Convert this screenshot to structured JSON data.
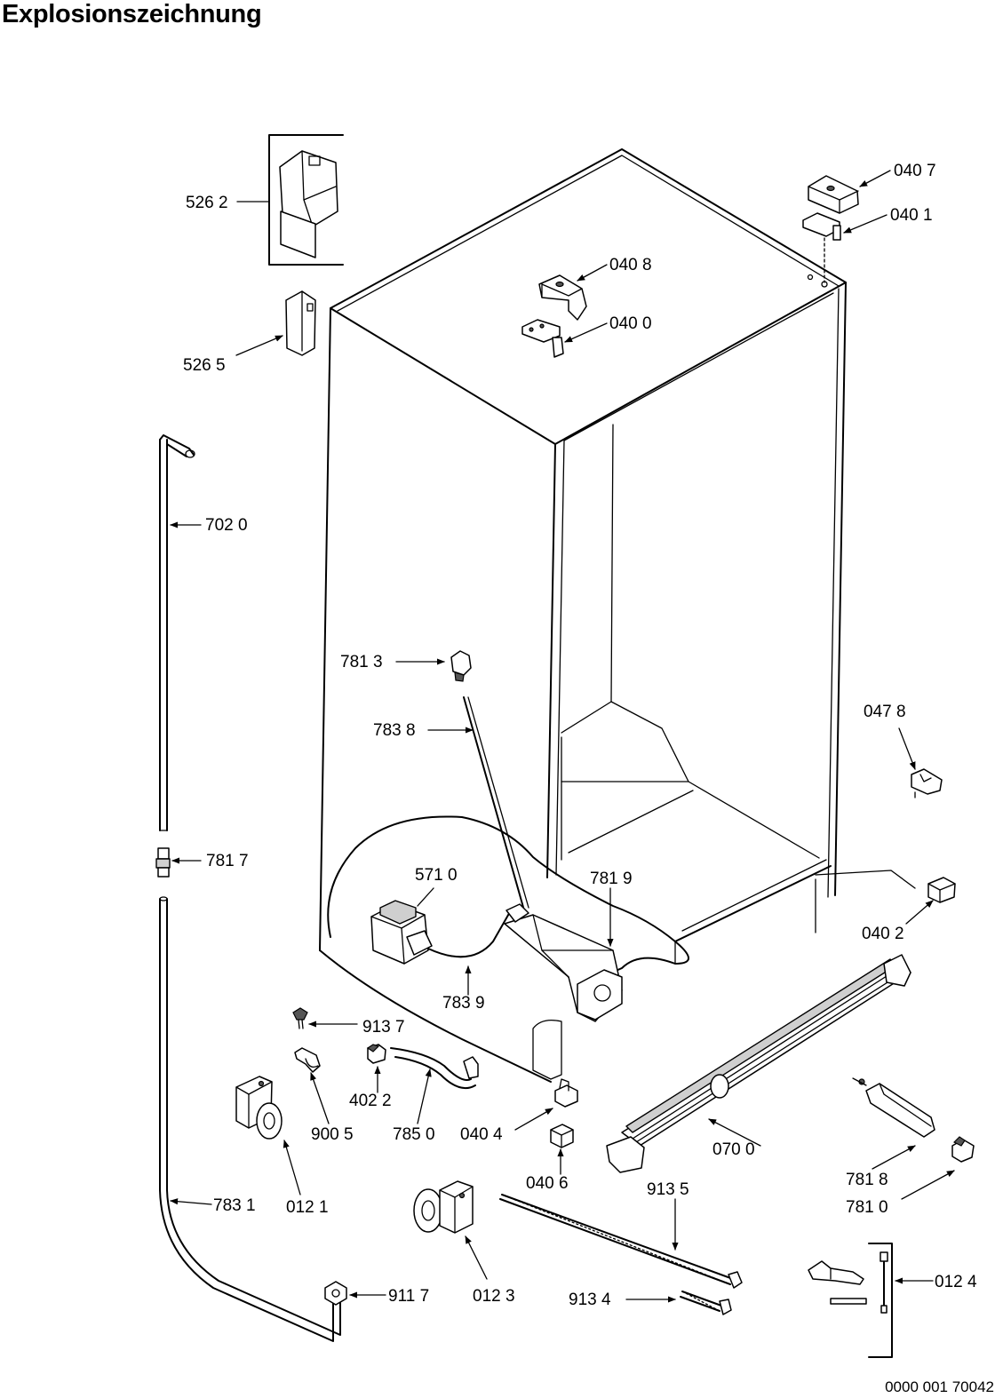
{
  "title": "Explosionszeichnung",
  "document_number": "0000 001 70042",
  "part_labels": {
    "p5262": "526 2",
    "p5265": "526 5",
    "p0407": "040 7",
    "p0401": "040 1",
    "p0408": "040 8",
    "p0400": "040 0",
    "p7020": "702 0",
    "p7813": "781 3",
    "p7838": "783 8",
    "p0478": "047 8",
    "p7817": "781 7",
    "p5710": "571 0",
    "p7819": "781 9",
    "p0402": "040 2",
    "p7839": "783 9",
    "p9137": "913 7",
    "p4022": "402 2",
    "p9005": "900 5",
    "p7850": "785 0",
    "p0404": "040 4",
    "p0700": "070 0",
    "p0406": "040 6",
    "p7818": "781 8",
    "p7810": "781 0",
    "p0121": "012 1",
    "p7831": "783 1",
    "p9135": "913 5",
    "p0123": "012 3",
    "p9117": "911 7",
    "p9134": "913 4",
    "p0124": "012 4"
  }
}
